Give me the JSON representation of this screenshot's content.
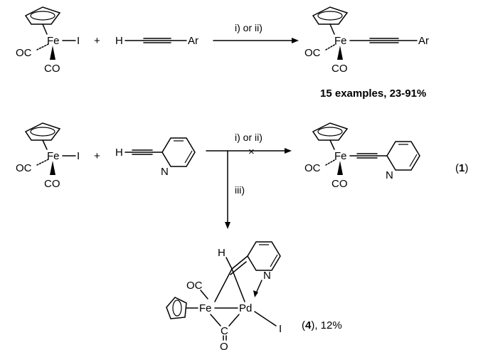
{
  "scheme": {
    "reaction1": {
      "reactant_fe": {
        "atom": "Fe",
        "halide": "I",
        "co1": "OC",
        "co2": "CO"
      },
      "plus": "+",
      "alkyne": {
        "h": "H",
        "ar": "Ar"
      },
      "conditions": "i) or ii)",
      "product": {
        "atom": "Fe",
        "ar": "Ar",
        "co1": "OC",
        "co2": "CO"
      },
      "yield_note": "15 examples, 23-91%"
    },
    "reaction2": {
      "reactant_fe": {
        "atom": "Fe",
        "halide": "I",
        "co1": "OC",
        "co2": "CO"
      },
      "plus": "+",
      "alkyne": {
        "h": "H",
        "n": "N"
      },
      "conditions": "i) or ii)",
      "cross": "×",
      "product": {
        "atom": "Fe",
        "n": "N",
        "co1": "OC",
        "co2": "CO"
      },
      "label_open": "(",
      "label_num": "1",
      "label_close": ")",
      "down_conditions": "iii)",
      "complex": {
        "h": "H",
        "n": "N",
        "co_top": "OC",
        "fe": "Fe",
        "pd": "Pd",
        "i": "I",
        "c_bridge": "C",
        "o_bridge": "O",
        "label_open": "(",
        "label_num": "4",
        "label_close": ")",
        "yield": ", 12%"
      }
    }
  }
}
